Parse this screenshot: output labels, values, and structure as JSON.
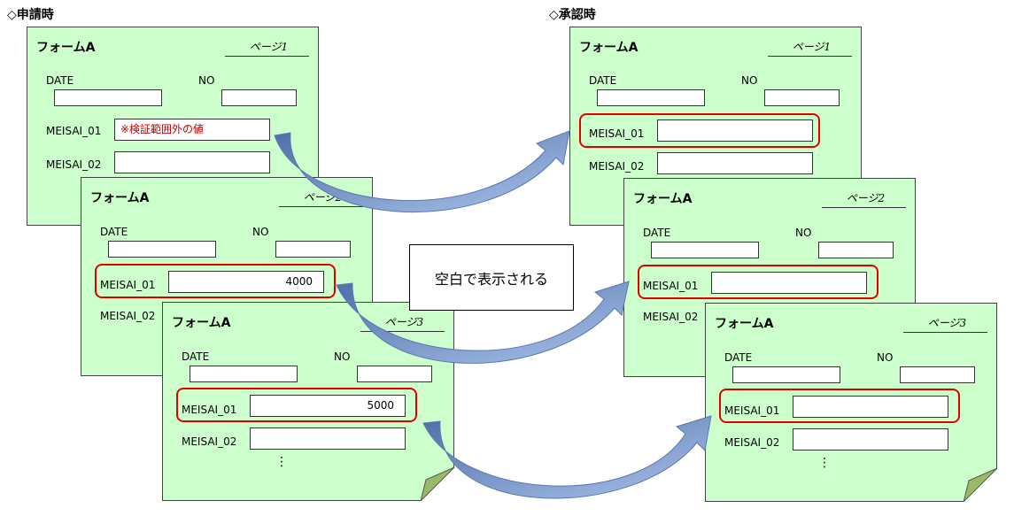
{
  "sections": {
    "apply_title": "◇申請時",
    "approve_title": "◇承認時"
  },
  "form": {
    "title": "フォームA",
    "date_label": "DATE",
    "no_label": "NO",
    "meisai01_label": "MEISAI_01",
    "meisai02_label": "MEISAI_02",
    "page1_label": "ページ1",
    "page2_label": "ページ2",
    "page3_label": "ページ3",
    "dots": "⋮"
  },
  "values": {
    "page1_meisai01": "※検証範囲外の値",
    "page2_meisai01": "4000",
    "page3_meisai01": "5000"
  },
  "callout": "空白で表示される",
  "colors": {
    "form_bg": "#ccffcc",
    "highlight": "#e00000",
    "arrow": "#7f9fd0",
    "error_text": "#c00000"
  }
}
